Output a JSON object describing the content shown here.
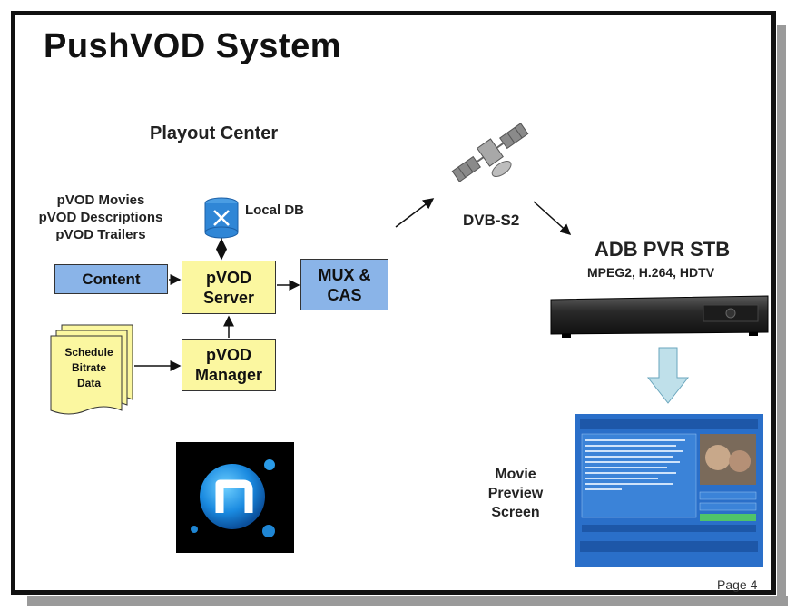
{
  "title": "PushVOD System",
  "labels": {
    "playout_center": "Playout Center",
    "inputs": [
      "pVOD Movies",
      "pVOD Descriptions",
      "pVOD Trailers"
    ],
    "local_db": "Local DB",
    "dvb": "DVB-S2",
    "stb_title": "ADB PVR STB",
    "stb_sub": "MPEG2, H.264, HDTV",
    "movie_preview": [
      "Movie",
      "Preview",
      "Screen"
    ],
    "page": "Page 4"
  },
  "boxes": {
    "content": "Content",
    "server": [
      "pVOD",
      "Server"
    ],
    "manager": [
      "pVOD",
      "Manager"
    ],
    "mux": [
      "MUX &",
      "CAS"
    ]
  },
  "documents": [
    "Schedule",
    "Bitrate",
    "Data"
  ],
  "colors": {
    "box_blue": "#8ab4e8",
    "box_yellow": "#fbf7a0",
    "db_blue": "#2f86d6",
    "screen_blue": "#2a6fc9",
    "arrow_light": "#bfe0ea"
  },
  "icons": [
    "database-icon",
    "satellite-icon",
    "document-stack-icon",
    "n-logo-icon",
    "set-top-box-image",
    "tv-screen-image"
  ]
}
